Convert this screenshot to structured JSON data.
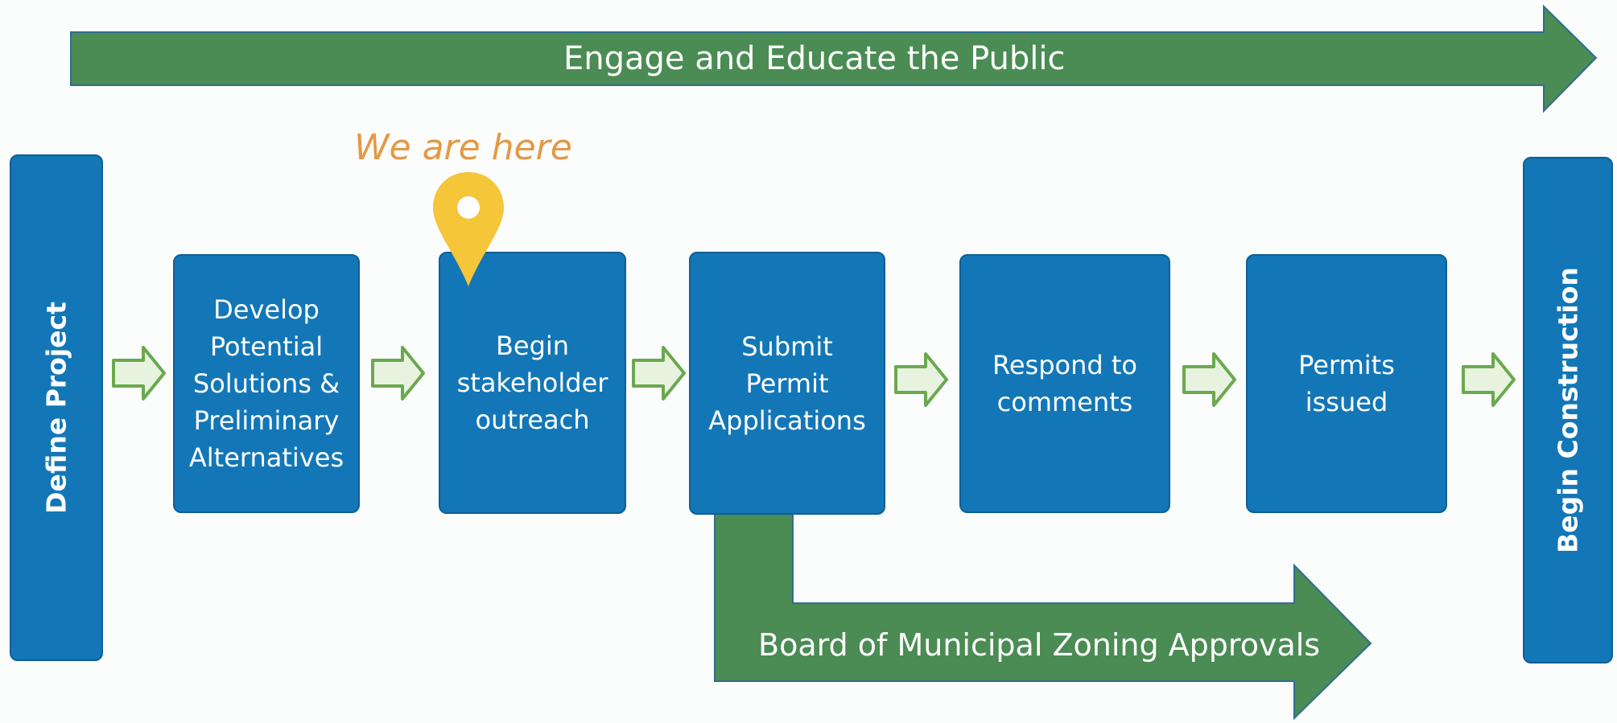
{
  "banner_top": "Engage and Educate the Public",
  "banner_bottom": "Board of Municipal Zoning Approvals",
  "marker_label": "We are here",
  "start_label": "Define Project",
  "end_label": "Begin Construction",
  "steps": [
    "Develop\nPotential\nSolutions &\nPreliminary\nAlternatives",
    "Begin\nstakeholder\noutreach",
    "Submit\nPermit\nApplications",
    "Respond to\ncomments",
    "Permits\nissued"
  ],
  "icons": {
    "marker": "map-pin-icon",
    "connector": "right-arrow-icon"
  },
  "colors": {
    "box_blue": "#1377b7",
    "banner_green": "#4a8c54",
    "arrow_light_green": "#e8f3df",
    "marker_yellow": "#f5c53a",
    "marker_text": "#e59845"
  }
}
